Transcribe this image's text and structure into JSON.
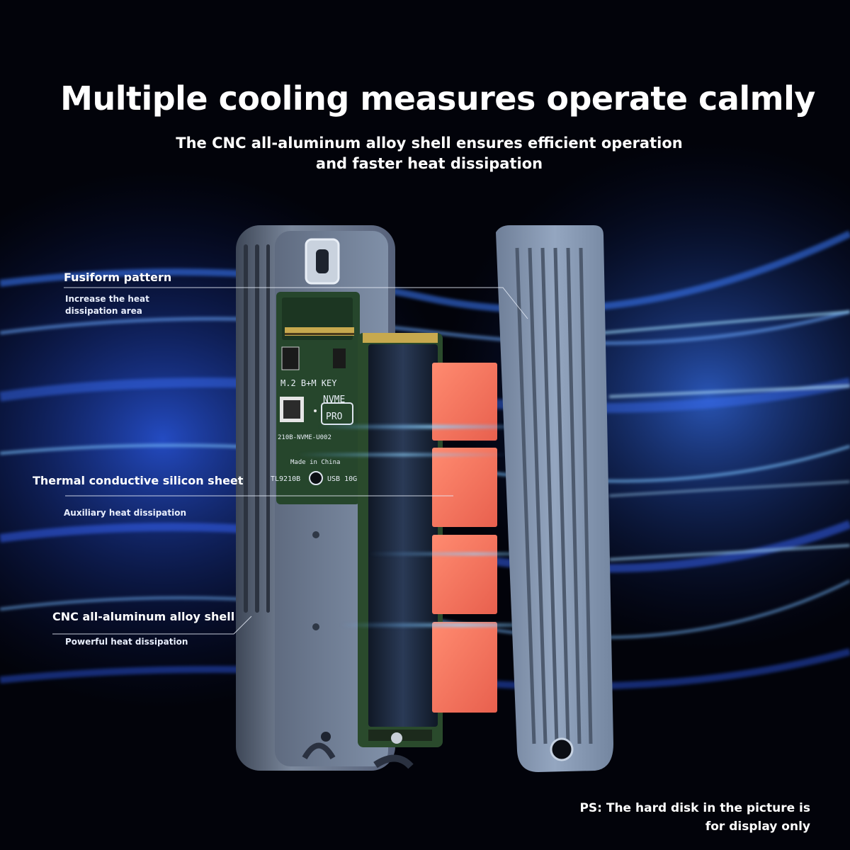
{
  "headline": "Multiple cooling measures operate calmly",
  "subheadline": {
    "line1": "The CNC all-aluminum alloy shell ensures efficient operation",
    "line2": "and faster heat dissipation"
  },
  "callouts": [
    {
      "title": "Fusiform pattern",
      "subtitle_lines": [
        "Increase the heat",
        "dissipation area"
      ]
    },
    {
      "title": "Thermal conductive silicon sheet",
      "subtitle_lines": [
        "Auxiliary heat dissipation"
      ]
    },
    {
      "title": "CNC all-aluminum alloy shell",
      "subtitle_lines": [
        "Powerful heat dissipation"
      ]
    }
  ],
  "board_labels": {
    "slot": "M.2 B+M KEY",
    "nvme": "NVME",
    "pro": "PRO",
    "model": "210B-NVME-U002",
    "origin": "Made in China",
    "chip": "TL9210B",
    "usb": "USB 10G"
  },
  "footnote": {
    "line1": "PS: The hard disk in the picture is",
    "line2": "for display only"
  },
  "colors": {
    "background": "#02030a",
    "light_streak": "#3f7cff",
    "aluminum": "#6e7c92",
    "pcb_green": "#26462c",
    "thermal_pad": "#ff7a62"
  }
}
